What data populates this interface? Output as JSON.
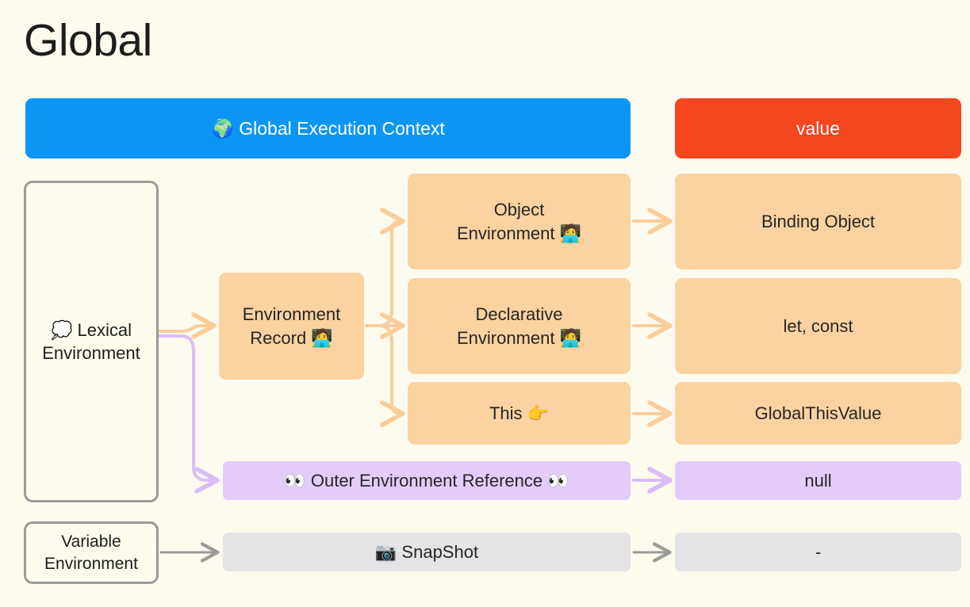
{
  "title": "Global",
  "colors": {
    "background": "#fdfbee",
    "blue": "#0b96f5",
    "red": "#f4461f",
    "orange": "#fbd2a1",
    "purple": "#e3ccfa",
    "gray": "#e4e4e6",
    "outline": "#9a9a9a",
    "arrow_orange": "#fbcd9a",
    "arrow_purple": "#d9bdf7",
    "arrow_gray": "#9a9a9a"
  },
  "header": {
    "left_label": "🌍 Global Execution Context",
    "right_label": "value"
  },
  "nodes": {
    "lexical_environment": "💭 Lexical\nEnvironment",
    "variable_environment": "Variable\nEnvironment",
    "environment_record": "Environment\nRecord 🧑‍💻",
    "object_environment": "Object\nEnvironment 🧑‍💻",
    "declarative_environment": "Declarative\nEnvironment 🧑‍💻",
    "this_node": "This 👉",
    "outer_environment_reference": "👀 Outer Environment Reference 👀",
    "snapshot": "📷 SnapShot"
  },
  "values": {
    "binding_object": "Binding Object",
    "let_const": "let, const",
    "global_this_value": "GlobalThisValue",
    "null_value": "null",
    "dash_value": "-"
  },
  "icons": {
    "globe": "🌍",
    "thought_bubble": "💭",
    "technologist": "🧑‍💻",
    "pointing_right": "👉",
    "eyes": "👀",
    "camera": "📷"
  }
}
